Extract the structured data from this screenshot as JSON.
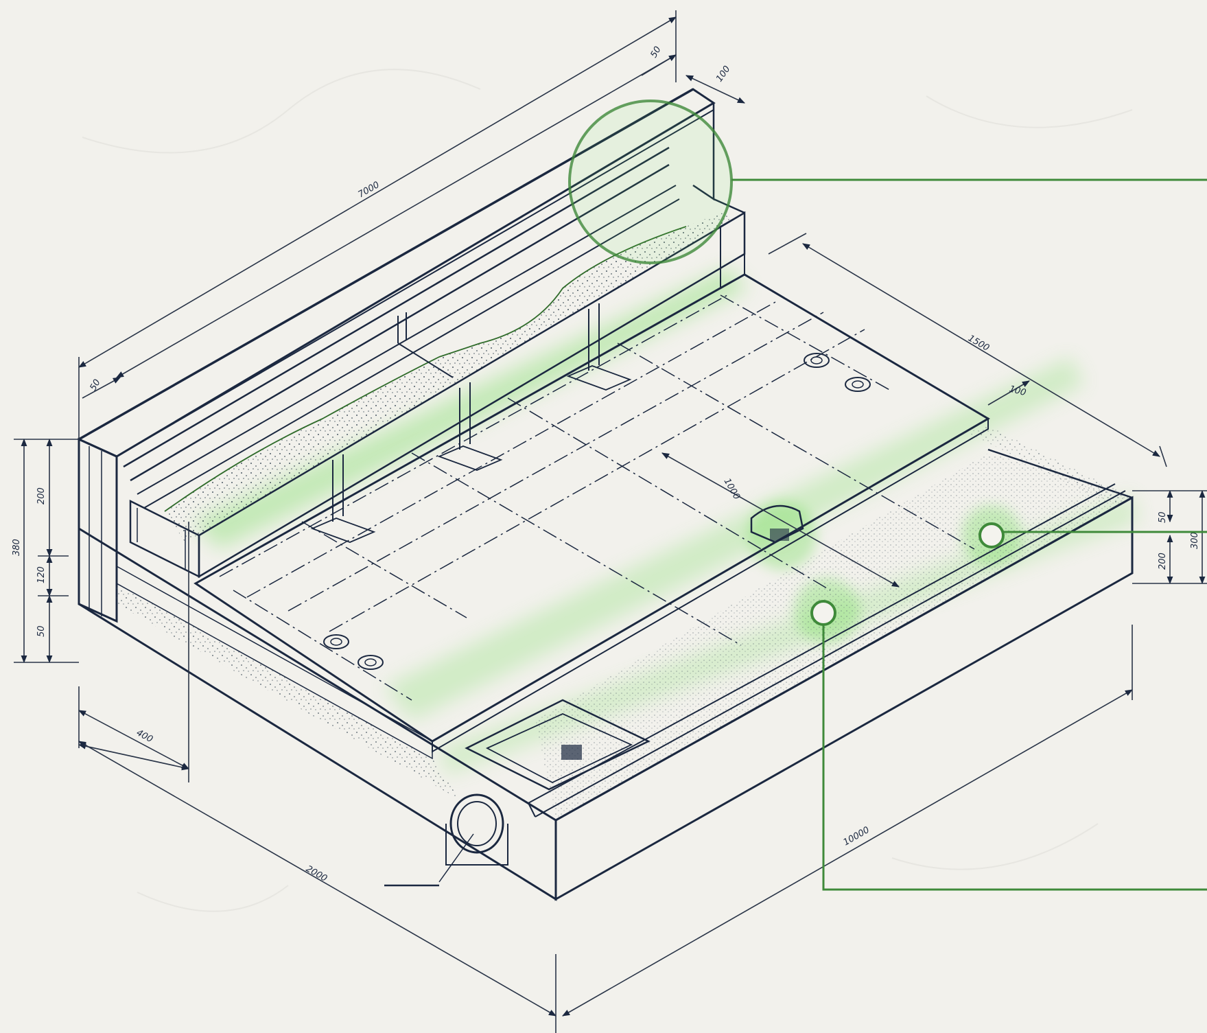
{
  "drawing": {
    "accent_color": "#3f8a3a",
    "glow_color": "#6fdc57",
    "ink_color": "#1b2840",
    "paper_color": "#f2f1ec"
  },
  "dimensions": {
    "overall_length_top": "7000",
    "top_offset_a": "50",
    "top_offset_b": "100",
    "left_edge": "50",
    "right_depth": "1500",
    "right_small": "100",
    "mid_span": "1000",
    "left_total_height": "380",
    "left_upper": "200",
    "left_mid": "120",
    "left_lower": "50",
    "right_top": "50",
    "right_total": "300",
    "right_lower": "200",
    "front_left_width": "400",
    "front_bottom_length": "2000",
    "front_right_length": "10000"
  },
  "callouts": {
    "corner_detail": "",
    "slab_marker": "",
    "drain_marker": ""
  }
}
